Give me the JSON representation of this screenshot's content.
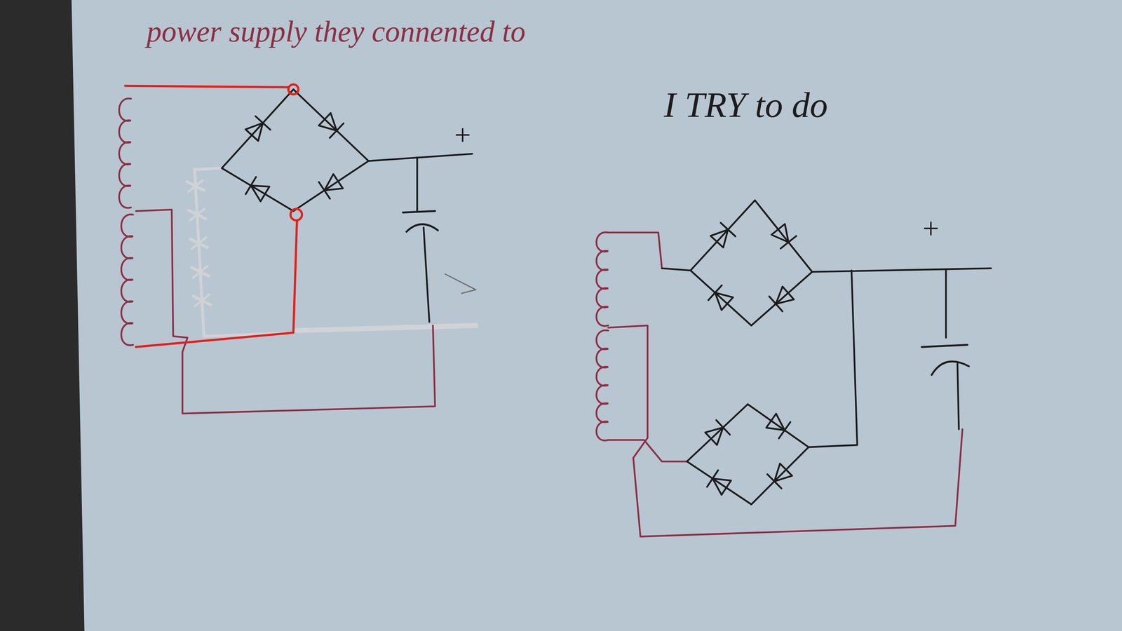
{
  "diagram": {
    "labels": [
      "power supply they connented to",
      "+",
      "I TRY to do",
      "+"
    ]
  }
}
